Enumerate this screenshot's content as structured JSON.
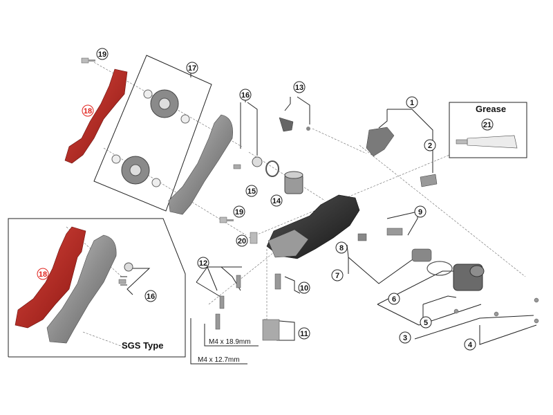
{
  "callouts": {
    "c1": "1",
    "c2": "2",
    "c3": "3",
    "c4": "4",
    "c5": "5",
    "c6": "6",
    "c7": "7",
    "c8": "8",
    "c9": "9",
    "c10": "10",
    "c11": "11",
    "c12": "12",
    "c13": "13",
    "c14": "14",
    "c15": "15",
    "c16": "16",
    "c16b": "16",
    "c17": "17",
    "c18": "18",
    "c18b": "18",
    "c19": "19",
    "c19b": "19",
    "c20": "20",
    "c21": "21"
  },
  "labels": {
    "m4_long": "M4 x 18.9mm",
    "m4_short": "M4 x 12.7mm",
    "sgs_type": "SGS Type",
    "grease": "Grease"
  },
  "colors": {
    "cage_red": "#b5221c",
    "metal_gray": "#8c8c8c",
    "dark_body": "#2a2a2a",
    "callout_red": "#e0201a"
  }
}
